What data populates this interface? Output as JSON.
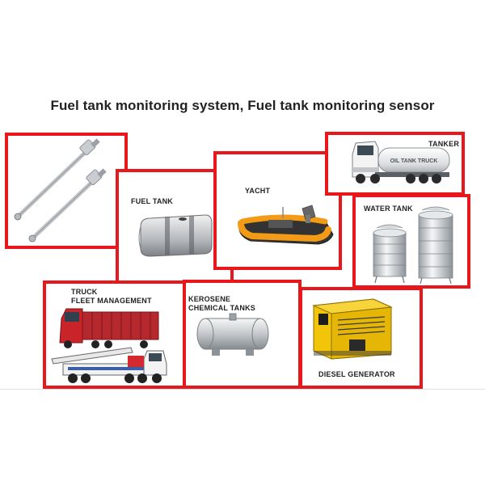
{
  "title": "Fuel tank monitoring system, Fuel tank monitoring sensor",
  "colors": {
    "frame": "#e8171c",
    "text": "#222222",
    "accent_boat": "#f39a16"
  },
  "panels": [
    {
      "id": "sensor",
      "label": "",
      "icon": "fuel-level-sensor-probe-icon"
    },
    {
      "id": "fuel-tank",
      "label": "FUEL TANK",
      "icon": "fuel-tank-icon"
    },
    {
      "id": "yacht",
      "label": "YACHT",
      "icon": "inflatable-boat-icon"
    },
    {
      "id": "tanker",
      "label": "TANKER",
      "icon": "oil-tank-truck-icon"
    },
    {
      "id": "water-tank",
      "label": "WATER TANK",
      "icon": "water-tank-icon"
    },
    {
      "id": "truck",
      "label": "TRUCK\nFLEET MANAGEMENT",
      "icon": "truck-icon"
    },
    {
      "id": "kerosene",
      "label": "KEROSENE\nCHEMICAL TANKS",
      "icon": "chemical-tank-icon"
    },
    {
      "id": "generator",
      "label": "DIESEL GENERATOR",
      "icon": "diesel-generator-icon"
    }
  ],
  "tanker_truck_text": "OIL TANK TRUCK"
}
